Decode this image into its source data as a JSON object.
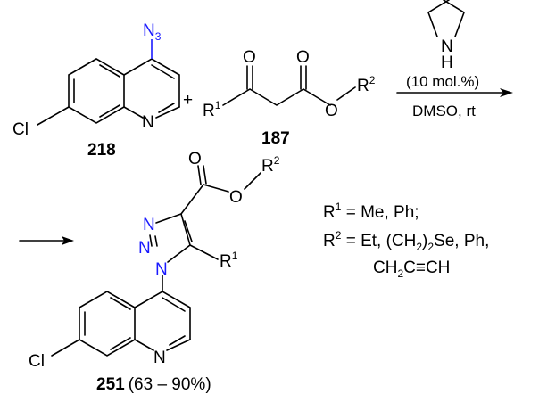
{
  "reactant1": {
    "id": "218",
    "azide": "N",
    "azide_sub": "3",
    "cl": "Cl",
    "ring_n": "N"
  },
  "plus": "+",
  "reactant2": {
    "id": "187",
    "r1": "R",
    "r1_sup": "1",
    "r2": "R",
    "r2_sup": "2",
    "o1": "O",
    "o2": "O",
    "o3": "O"
  },
  "catalyst": {
    "nh": "N",
    "h": "H",
    "loading": "(10 mol.%)",
    "conditions": "DMSO, rt"
  },
  "product": {
    "id": "251",
    "yield": "(63 – 90%)",
    "o_carbonyl": "O",
    "o_ester": "O",
    "r2": "R",
    "r2_sup": "2",
    "r1": "R",
    "r1_sup": "1",
    "n_top": "N",
    "n_mid": "N",
    "n_bot": "N",
    "cl": "Cl",
    "ring_n": "N"
  },
  "legend": {
    "line1": {
      "label": "R",
      "sup": "1",
      "text": " = Me, Ph;"
    },
    "line2": {
      "label": "R",
      "sup": "2",
      "text": " = Et, (CH",
      "sub": "2",
      "text2": ")",
      "sub2": "2",
      "text3": "Se, Ph,"
    },
    "line3": {
      "text": "CH",
      "sub": "2",
      "text2": "C≡CH"
    }
  }
}
